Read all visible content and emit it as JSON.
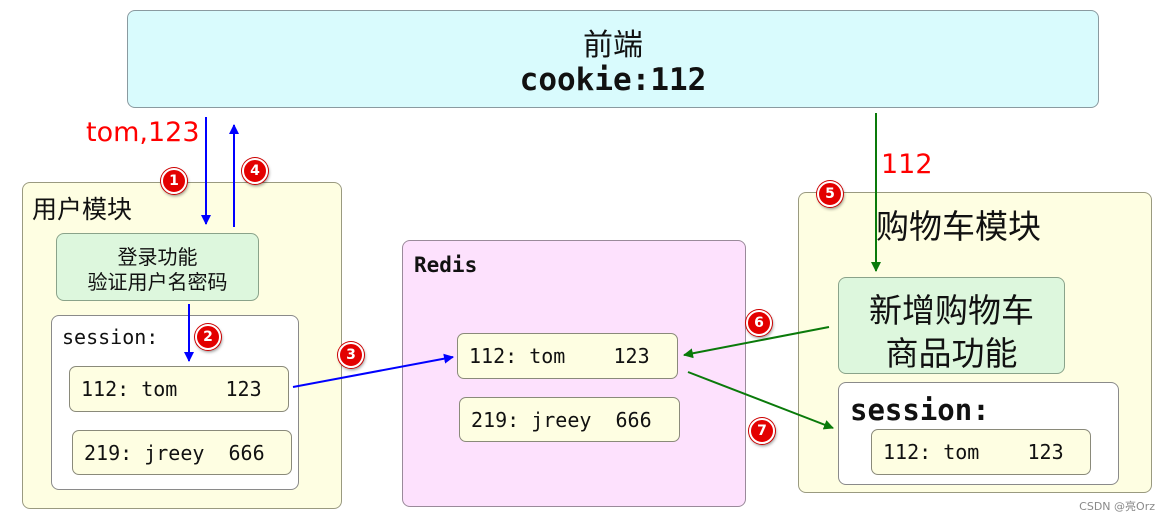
{
  "frontend": {
    "title": "前端",
    "cookie": "cookie:112"
  },
  "user_module": {
    "title": "用户模块",
    "login_function": {
      "line1": "登录功能",
      "line2": "验证用户名密码"
    },
    "session": {
      "label": "session:",
      "entries": [
        "112: tom    123",
        "219: jreey  666"
      ]
    }
  },
  "redis": {
    "label": "Redis",
    "entries": [
      "112: tom    123",
      "219: jreey  666"
    ]
  },
  "cart_module": {
    "title": "购物车模块",
    "function": {
      "line1": "新增购物车",
      "line2": "商品功能"
    },
    "session": {
      "label": "session:",
      "entries": [
        "112: tom    123"
      ]
    }
  },
  "flow_labels": {
    "credentials": "tom,123",
    "cookie_value": "112"
  },
  "steps": [
    "1",
    "2",
    "3",
    "4",
    "5",
    "6",
    "7"
  ],
  "colors": {
    "blue_arrow": "#0000ff",
    "green_arrow": "#0a7a0a",
    "badge": "#e30000",
    "label_red": "#ff0000"
  },
  "watermark": "CSDN @亮Orz"
}
